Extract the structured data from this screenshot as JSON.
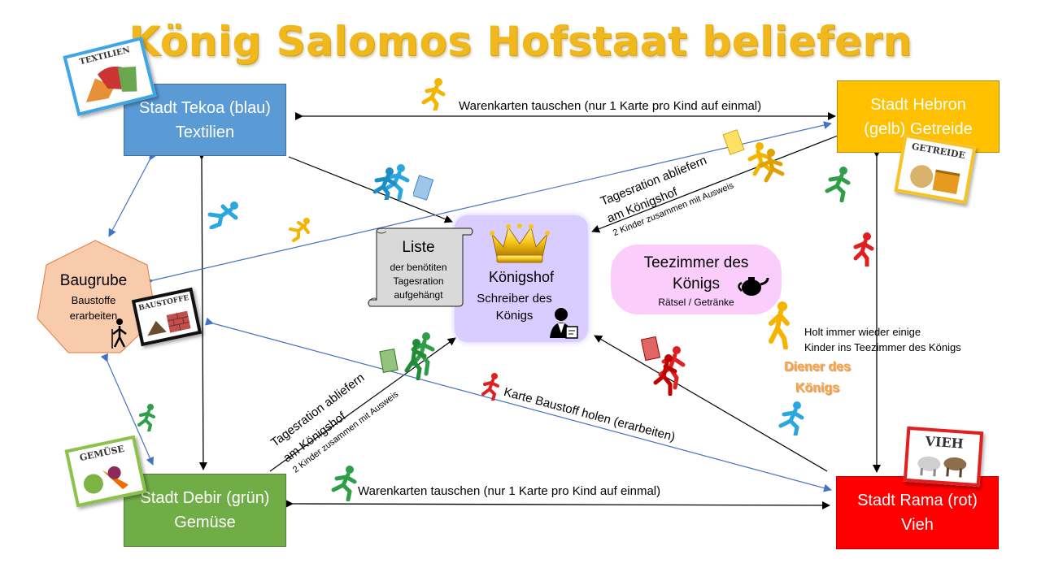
{
  "title": "König Salomos Hofstaat beliefern",
  "cities": {
    "tekoa": {
      "line1": "Stadt Tekoa (blau)",
      "line2": "Textilien",
      "color": "#5b9bd5"
    },
    "hebron": {
      "line1": "Stadt Hebron",
      "line2": "(gelb) Getreide",
      "color": "#ffc000"
    },
    "debir": {
      "line1": "Stadt Debir (grün)",
      "line2": "Gemüse",
      "color": "#70ad47"
    },
    "rama": {
      "line1": "Stadt Rama (rot)",
      "line2": "Vieh",
      "color": "#ff0000"
    }
  },
  "cards": {
    "textilien": "TEXTILIEN",
    "getreide": "GETREIDE",
    "gemuese": "GEMÜSE",
    "vieh": "VIEH",
    "baustoffe": "BAUSTOFFE"
  },
  "baugrube": {
    "title": "Baugrube",
    "line1": "Baustoffe",
    "line2": "erarbeiten"
  },
  "liste": {
    "title": "Liste",
    "line1": "der benötiten",
    "line2": "Tagesration",
    "line3": "aufgehängt"
  },
  "koenigshof": {
    "title": "Königshof",
    "line1": "Schreiber des",
    "line2": "Königs"
  },
  "teezimmer": {
    "line1": "Teezimmer des",
    "line2": "Königs",
    "sub": "Rätsel / Getränke"
  },
  "diener": {
    "line1": "Diener des",
    "line2": "Königs",
    "desc1": "Holt immer wieder einige",
    "desc2": "Kinder ins Teezimmer des Königs"
  },
  "labels": {
    "tausch_top": "Warenkarten tauschen (nur 1 Karte pro Kind auf einmal)",
    "tausch_bottom": "Warenkarten tauschen (nur 1 Karte pro Kind auf einmal)",
    "baustoff": "Karte Baustoff holen (erarbeiten)",
    "ration_right_1": "Tagesration abliefern",
    "ration_right_2": "am Königshof",
    "ration_right_3": "2 Kinder zusammen mit Ausweis",
    "ration_left_1": "Tagesration abliefern",
    "ration_left_2": "am Königshof",
    "ration_left_3": "2 Kinder zusammen mit Ausweis"
  },
  "colors": {
    "title": "#f0b81c",
    "arrow_blue": "#4472c4",
    "koenigshof": "#d9ccff",
    "teezimmer": "#fbcdfb",
    "baugrube": "#f8cbad",
    "diener": "#f6a347"
  }
}
